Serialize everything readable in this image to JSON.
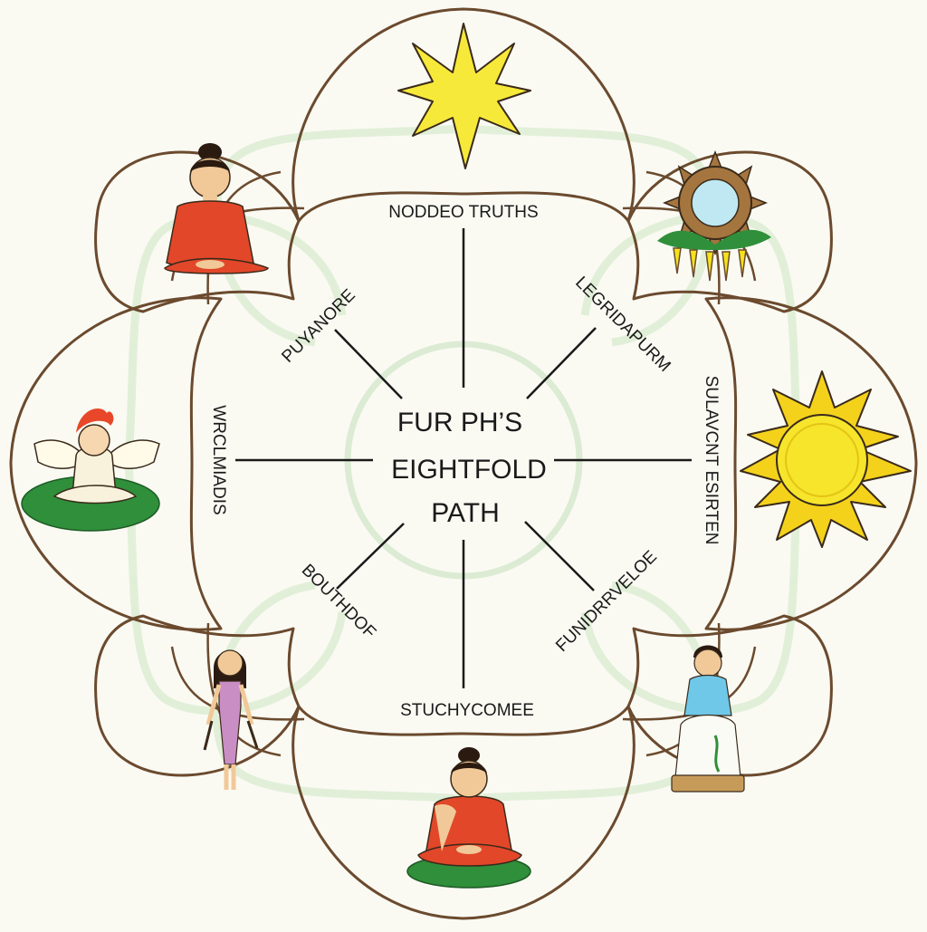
{
  "center": {
    "title_lines": [
      "FUR PH’S",
      "EIGHTFOLD",
      "PATH"
    ]
  },
  "labels": {
    "top": "NODDEO TRUTHS",
    "upper_left": "PUYANORE",
    "upper_right": "LEGRIDAPURM",
    "left": "WRCLMIADIS",
    "right": "SULAVCNT ESIRTEN",
    "lower_left": "BOUTHDOF",
    "lower_right": "FUNIDRRVELOE",
    "bottom": "STUCHYCOMEE"
  },
  "icons": {
    "top": "star-icon",
    "top_right": "sun-flower-icon",
    "right": "sun-icon",
    "bottom_right": "seated-woman-icon",
    "bottom": "meditating-buddha-icon",
    "bottom_left": "standing-woman-icon",
    "left": "winged-figure-icon",
    "top_left": "seated-buddha-icon"
  },
  "colors": {
    "outline": "#6b4a2e",
    "halo": "#d9ead0",
    "star": "#f7e93a",
    "sun": "#f4e21c",
    "robe": "#e2472a",
    "lily_pad": "#2f8f3a",
    "skin": "#f1c998"
  }
}
